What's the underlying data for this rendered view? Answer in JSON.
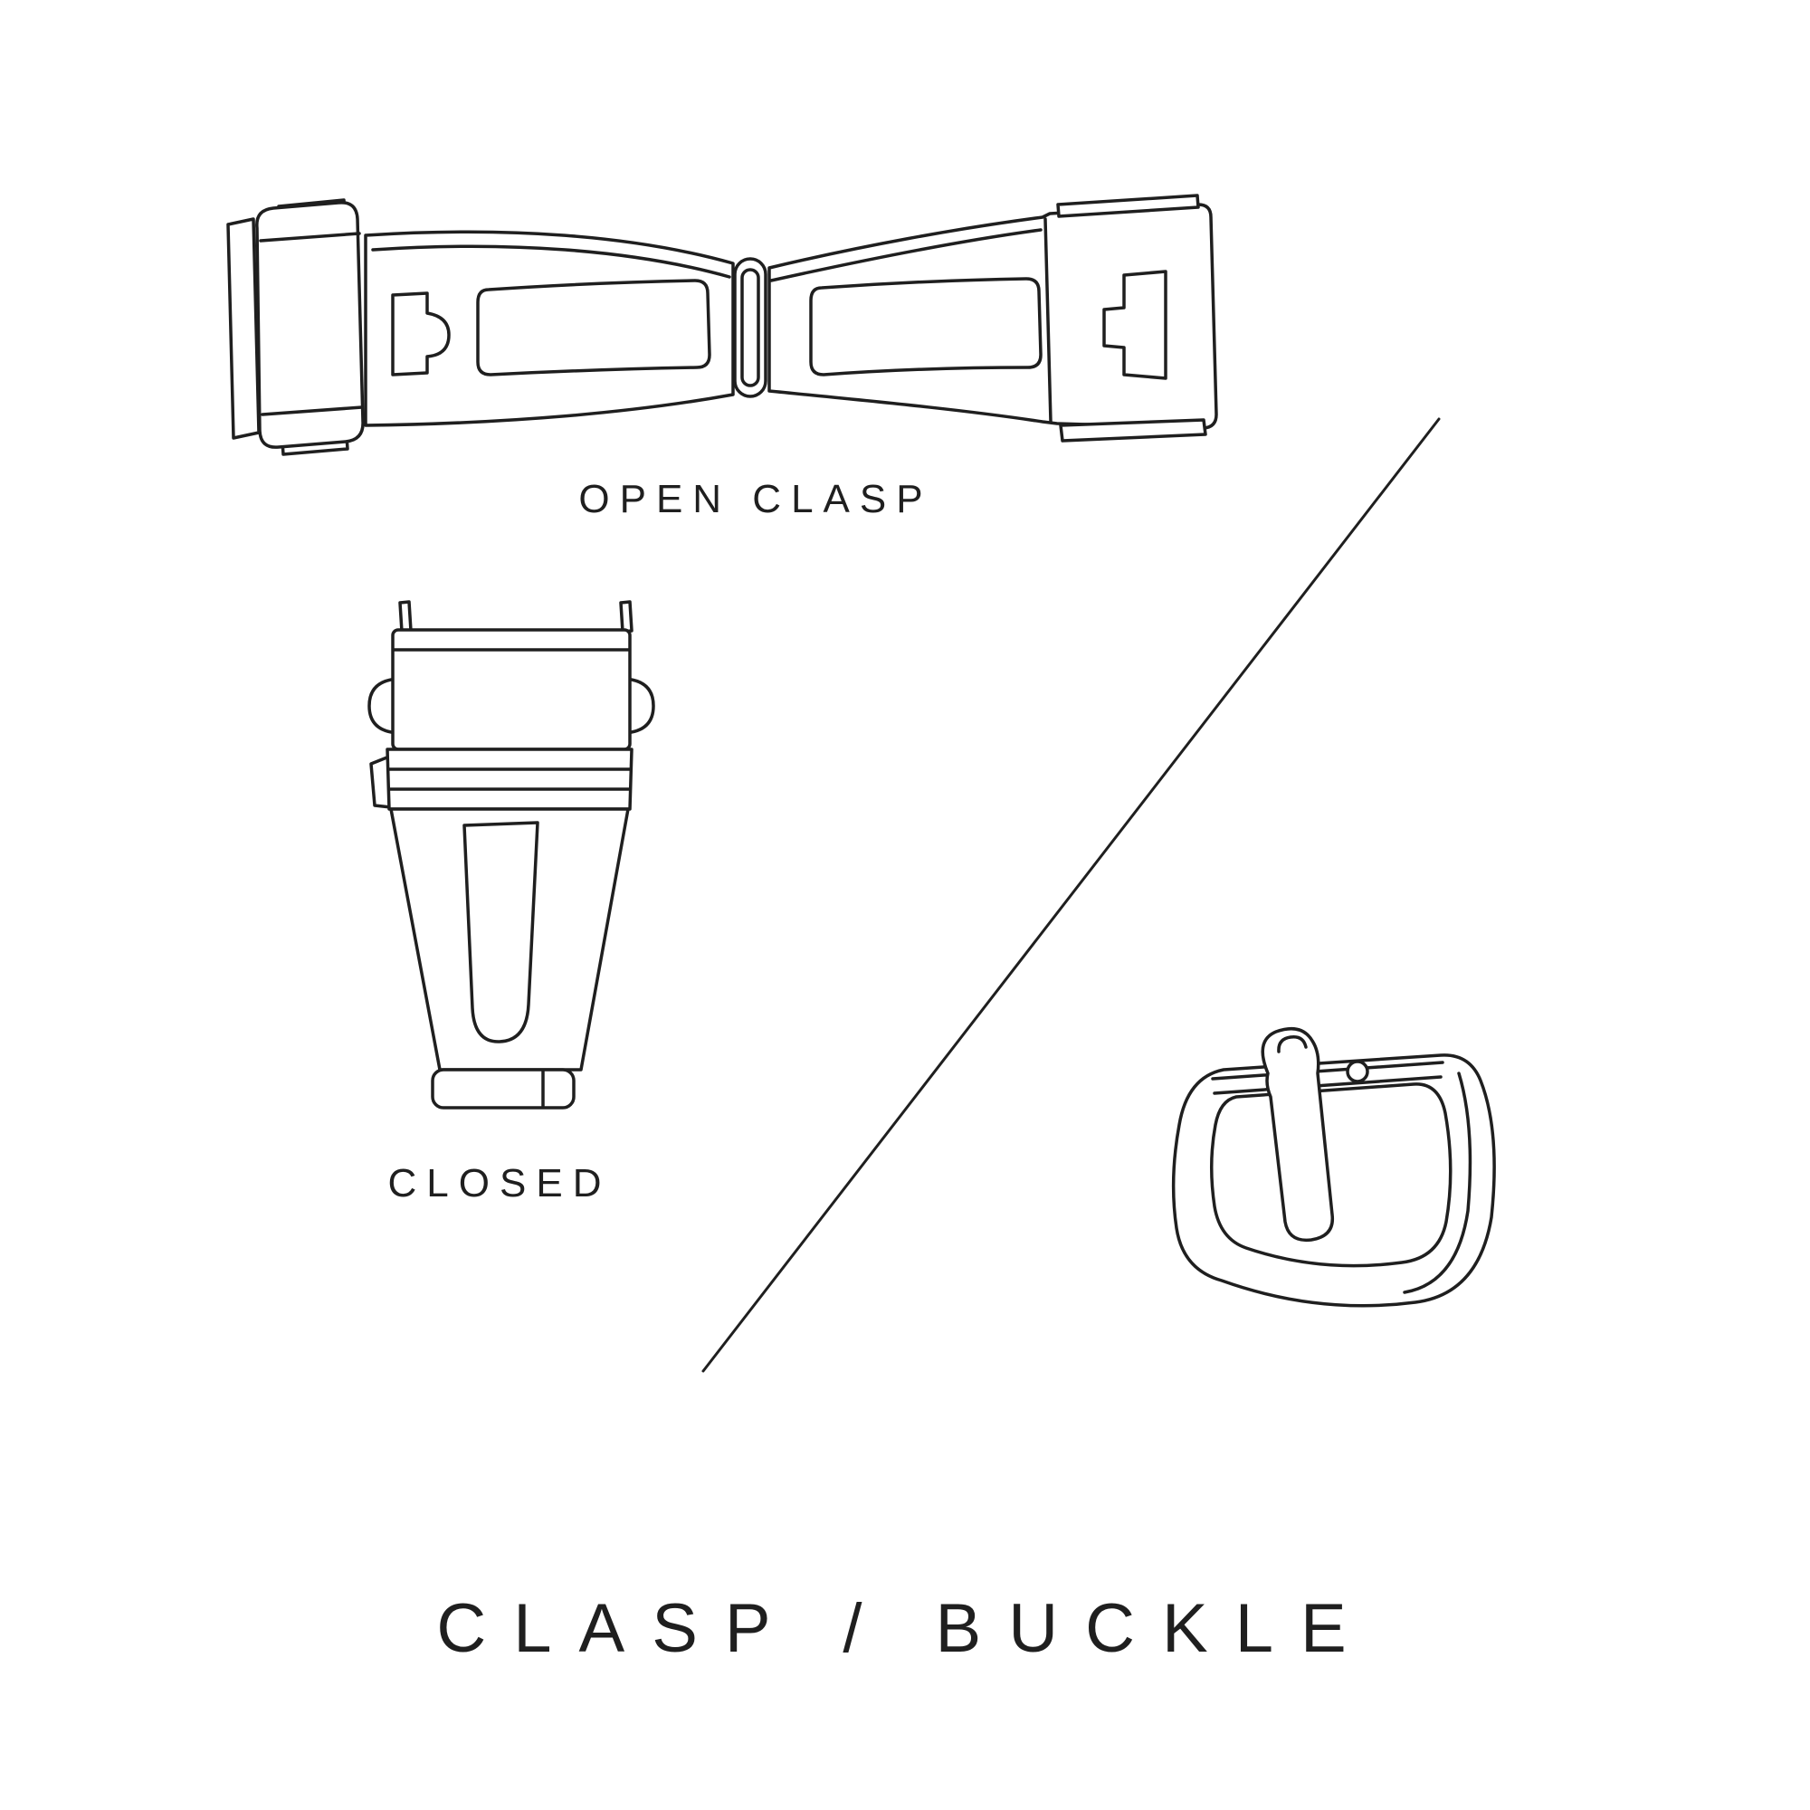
{
  "canvas": {
    "background": "#ffffff",
    "ink_color": "#1f1f1f"
  },
  "labels": {
    "open_clasp": "OPEN CLASP",
    "closed": "CLOSED",
    "title": "CLASP / BUCKLE"
  },
  "illustrations": [
    {
      "name": "open-clasp",
      "caption": "OPEN CLASP"
    },
    {
      "name": "closed-clasp",
      "caption": "CLOSED"
    },
    {
      "name": "pin-buckle",
      "caption": ""
    }
  ]
}
